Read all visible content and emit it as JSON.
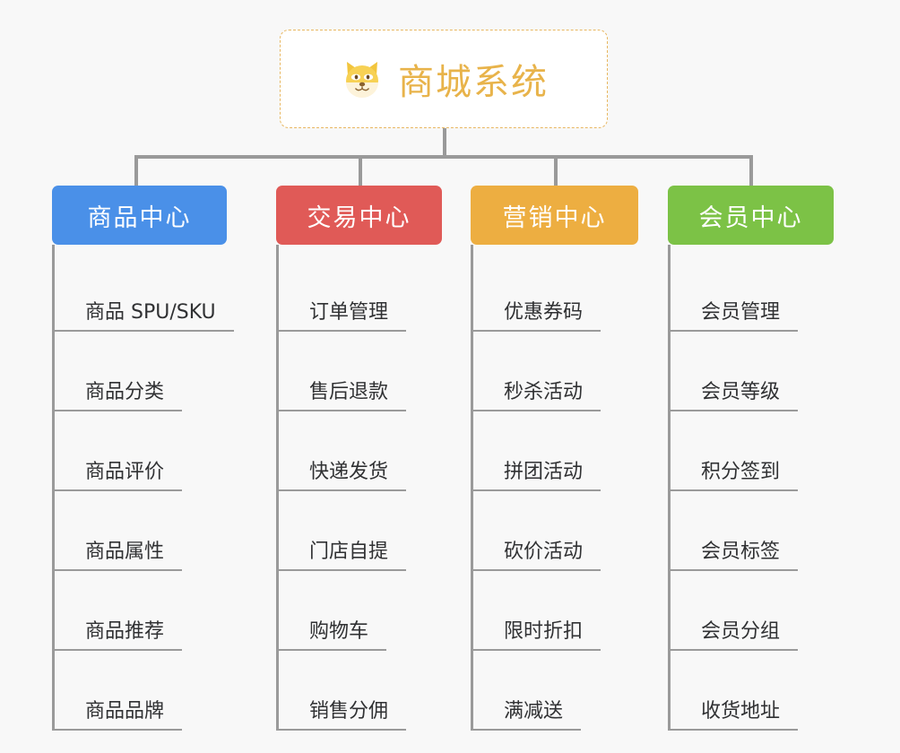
{
  "diagram": {
    "type": "mindmap-tree",
    "background_color": "#f8f8f8",
    "root": {
      "title": "商城系统",
      "icon": "shiba-dog-face-emoji",
      "text_color": "#e8b34a",
      "border_color": "#e8b761",
      "background_color": "#ffffff"
    },
    "line_color": "#9a9a9a",
    "branches": [
      {
        "label": "商品中心",
        "color": "#4a90e8",
        "items": [
          "商品 SPU/SKU",
          "商品分类",
          "商品评价",
          "商品属性",
          "商品推荐",
          "商品品牌"
        ]
      },
      {
        "label": "交易中心",
        "color": "#e05a57",
        "items": [
          "订单管理",
          "售后退款",
          "快递发货",
          "门店自提",
          "购物车",
          "销售分佣"
        ]
      },
      {
        "label": "营销中心",
        "color": "#edae41",
        "items": [
          "优惠券码",
          "秒杀活动",
          "拼团活动",
          "砍价活动",
          "限时折扣",
          "满减送"
        ]
      },
      {
        "label": "会员中心",
        "color": "#7cc246",
        "items": [
          "会员管理",
          "会员等级",
          "积分签到",
          "会员标签",
          "会员分组",
          "收货地址"
        ]
      }
    ]
  }
}
